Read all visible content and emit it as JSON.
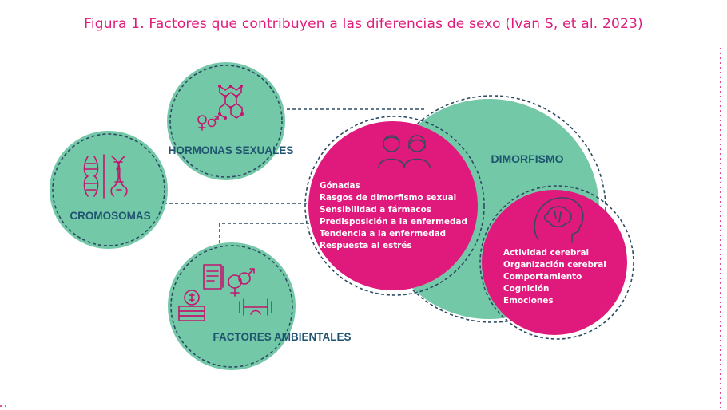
{
  "title": "Figura 1. Factores que contribuyen a las diferencias de sexo (Ivan S, et al. 2023)",
  "colors": {
    "green": "#73c8a8",
    "pink": "#e0197d",
    "label_dark": "#1f5470",
    "dash": "#2d4a63"
  },
  "nodes": {
    "hormonas": {
      "label": "HORMONAS SEXUALES",
      "icon": "hormone-molecule-icon"
    },
    "cromosomas": {
      "label": "CROMOSOMAS",
      "icon": "chromosome-dna-icon"
    },
    "ambientales": {
      "label": "FACTORES AMBIENTALES",
      "icon": "environment-factors-icon"
    },
    "dimorfismo": {
      "label": "DIMORFISMO"
    }
  },
  "body_circle": {
    "icon": "people-icon",
    "items": [
      "Gónadas",
      "Rasgos de dimorfismo sexual",
      "Sensibilidad a fármacos",
      "Predisposición a la enfermedad",
      "Tendencia a la enfermedad",
      "Respuesta al estrés"
    ]
  },
  "brain_circle": {
    "icon": "brain-head-icon",
    "items": [
      "Actividad cerebral",
      "Organización cerebral",
      "Comportamiento",
      "Cognición",
      "Emociones"
    ]
  }
}
